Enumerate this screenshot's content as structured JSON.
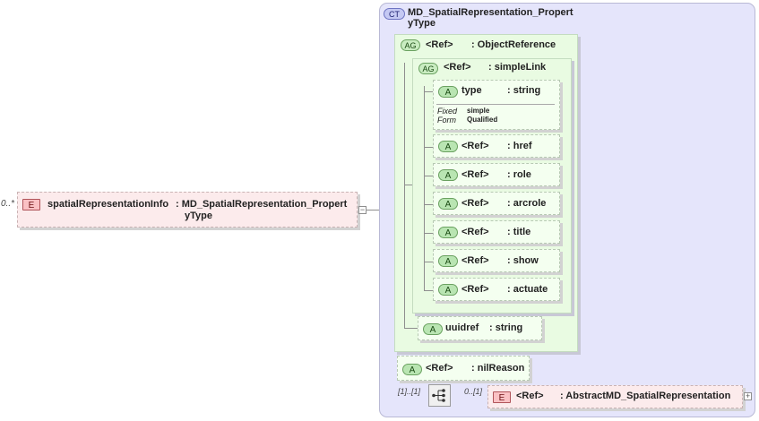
{
  "element": {
    "multiplicity": "0..*",
    "badge": "E",
    "name": "spatialRepresentationInfo",
    "type_line1": ": MD_SpatialRepresentation_Propert",
    "type_line2": "yType"
  },
  "complex_type": {
    "badge": "CT",
    "name_line1": "MD_SpatialRepresentation_Propert",
    "name_line2": "yType"
  },
  "attribute_group_outer": {
    "badge": "AG",
    "ref": "<Ref>",
    "type": ": ObjectReference"
  },
  "attribute_group_inner": {
    "badge": "AG",
    "ref": "<Ref>",
    "type": ": simpleLink"
  },
  "type_attribute": {
    "badge": "A",
    "name": "type",
    "type": ": string",
    "fixed_label": "Fixed",
    "fixed_value": "simple",
    "form_label": "Form",
    "form_value": "Qualified"
  },
  "attributes": [
    {
      "badge": "A",
      "ref": "<Ref>",
      "type": ": href"
    },
    {
      "badge": "A",
      "ref": "<Ref>",
      "type": ": role"
    },
    {
      "badge": "A",
      "ref": "<Ref>",
      "type": ": arcrole"
    },
    {
      "badge": "A",
      "ref": "<Ref>",
      "type": ": title"
    },
    {
      "badge": "A",
      "ref": "<Ref>",
      "type": ": show"
    },
    {
      "badge": "A",
      "ref": "<Ref>",
      "type": ": actuate"
    }
  ],
  "uuidref": {
    "badge": "A",
    "name": "uuidref",
    "type": ": string"
  },
  "nil_reason": {
    "badge": "A",
    "ref": "<Ref>",
    "type": ": nilReason"
  },
  "sequence": {
    "multiplicity": "[1]..[1]"
  },
  "abstract_element": {
    "multiplicity": "0..[1]",
    "badge": "E",
    "ref": "<Ref>",
    "type": ": AbstractMD_SpatialRepresentation"
  }
}
